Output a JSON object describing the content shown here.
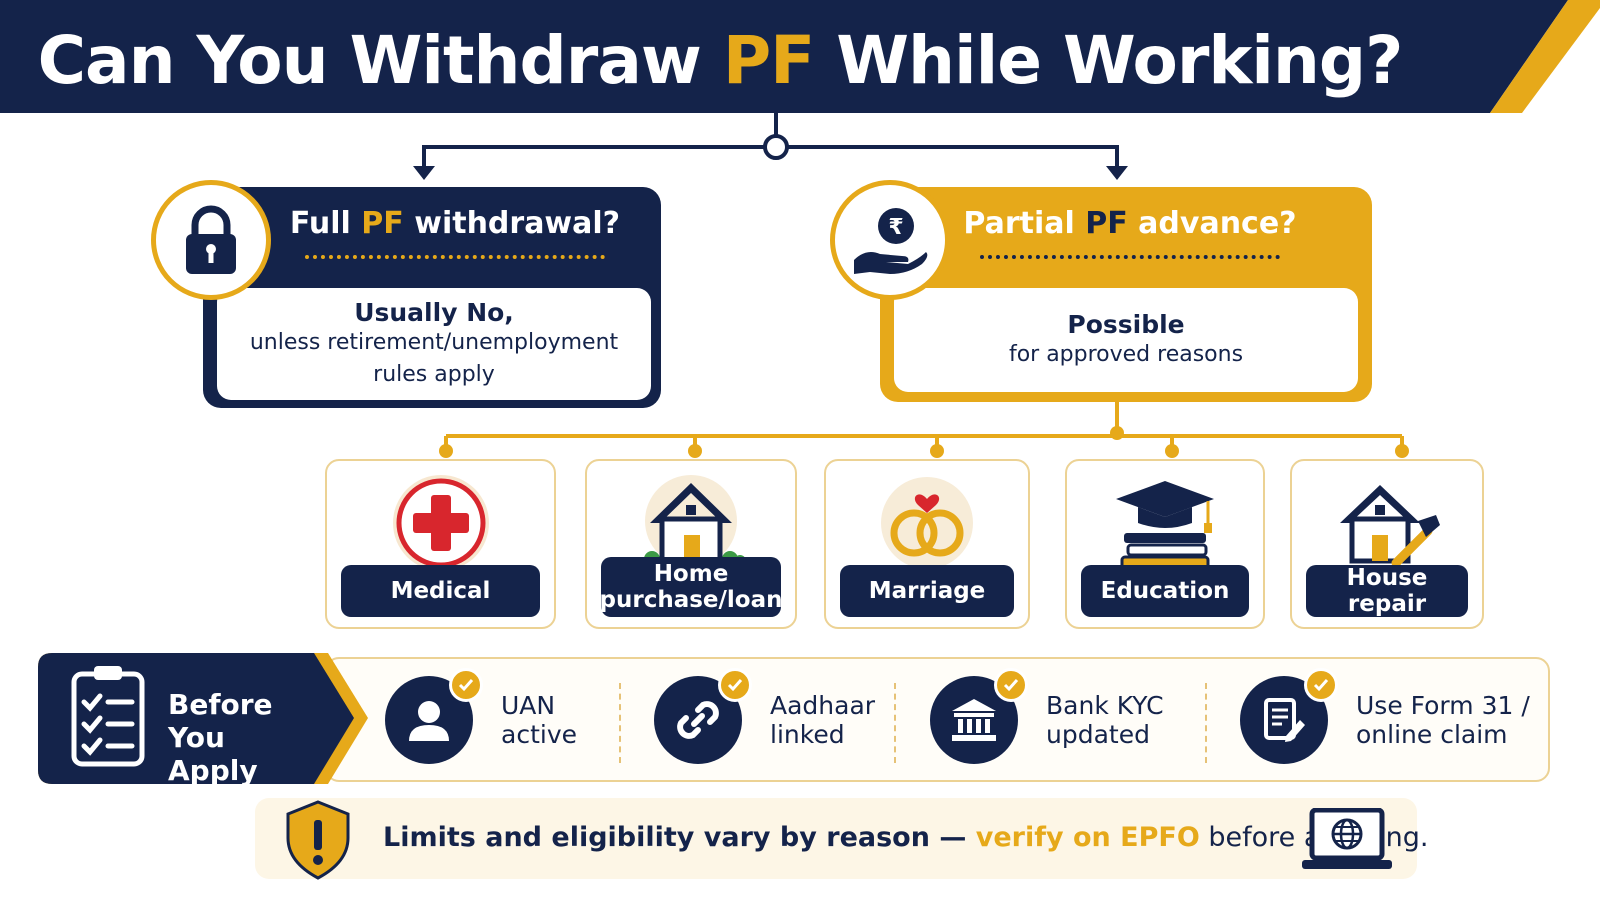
{
  "header": {
    "title_pre": "Can You Withdraw ",
    "title_hl": "PF",
    "title_post": " While Working?"
  },
  "full": {
    "title_pre": "Full ",
    "title_hl": "PF",
    "title_post": " withdrawal?",
    "answer": "Usually No,",
    "detail_1": "unless retirement/unemployment",
    "detail_2": "rules apply",
    "icon": "lock-icon"
  },
  "partial": {
    "title_pre": "Partial ",
    "title_hl": "PF",
    "title_post": " advance?",
    "answer": "Possible",
    "detail": "for approved reasons",
    "icon": "rupee-hand-icon"
  },
  "reasons": [
    {
      "label": "Medical",
      "icon": "medical-cross-icon"
    },
    {
      "label_1": "Home",
      "label_2": "purchase/loan",
      "icon": "home-icon"
    },
    {
      "label": "Marriage",
      "icon": "rings-icon"
    },
    {
      "label": "Education",
      "icon": "graduation-cap-icon"
    },
    {
      "label": "House repair",
      "icon": "house-repair-icon"
    }
  ],
  "checklist": {
    "heading_1": "Before You",
    "heading_2": "Apply",
    "items": [
      {
        "line_1": "UAN",
        "line_2": "active",
        "icon": "user-icon"
      },
      {
        "line_1": "Aadhaar",
        "line_2": "linked",
        "icon": "link-icon"
      },
      {
        "line_1": "Bank KYC",
        "line_2": "updated",
        "icon": "bank-icon"
      },
      {
        "line_1": "Use Form 31 /",
        "line_2": "online claim",
        "icon": "form-edit-icon"
      }
    ]
  },
  "note": {
    "main": "Limits and eligibility vary by reason — ",
    "highlight": "verify on EPFO",
    "tail": " before applying."
  },
  "colors": {
    "navy": "#14234a",
    "gold": "#e6a91a",
    "red": "#d8262d"
  }
}
